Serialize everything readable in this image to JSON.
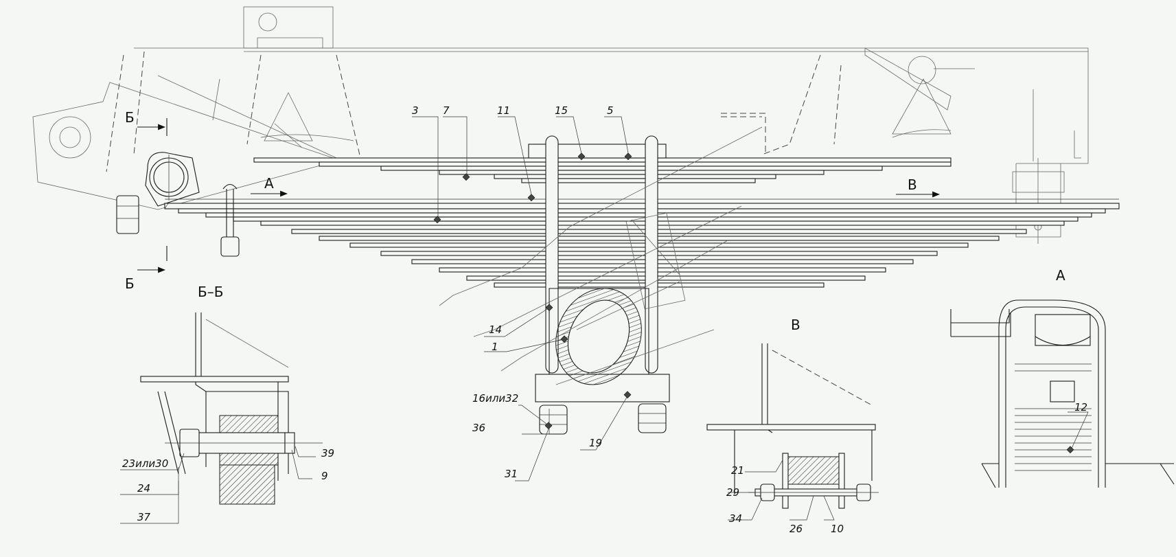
{
  "drawing": {
    "view_markers": {
      "section_b_top": "Б",
      "section_b_bottom": "Б",
      "arrow_a": "А",
      "arrow_v": "В",
      "view_a_title": "А",
      "view_v_title": "В",
      "section_bb_title": "Б–Б"
    },
    "callouts": [
      {
        "id": "c3",
        "text": "3"
      },
      {
        "id": "c7",
        "text": "7"
      },
      {
        "id": "c11",
        "text": "11"
      },
      {
        "id": "c15",
        "text": "15"
      },
      {
        "id": "c5",
        "text": "5"
      },
      {
        "id": "c14",
        "text": "14"
      },
      {
        "id": "c1",
        "text": "1"
      },
      {
        "id": "c16",
        "text": "16или32"
      },
      {
        "id": "c36",
        "text": "36"
      },
      {
        "id": "c31",
        "text": "31"
      },
      {
        "id": "c19",
        "text": "19"
      },
      {
        "id": "c23",
        "text": "23или30"
      },
      {
        "id": "c24",
        "text": "24"
      },
      {
        "id": "c37",
        "text": "37"
      },
      {
        "id": "c39",
        "text": "39"
      },
      {
        "id": "c9",
        "text": "9"
      },
      {
        "id": "c21",
        "text": "21"
      },
      {
        "id": "c29",
        "text": "29"
      },
      {
        "id": "c34",
        "text": "34"
      },
      {
        "id": "c26",
        "text": "26"
      },
      {
        "id": "c10",
        "text": "10"
      },
      {
        "id": "c12",
        "text": "12"
      }
    ]
  }
}
